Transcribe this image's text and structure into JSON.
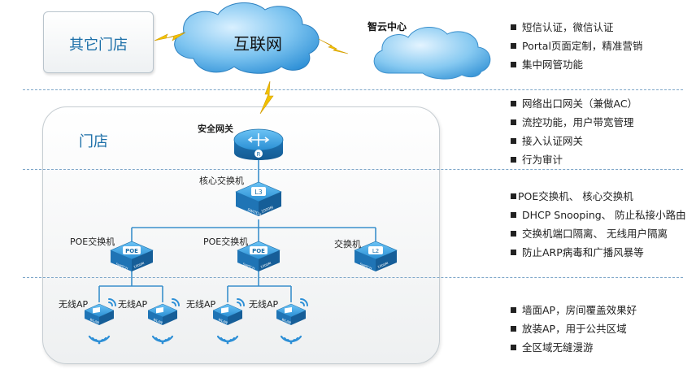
{
  "internet_label": "互联网",
  "cloud_center_label": "智云中心",
  "other_store_label": "其它门店",
  "store_label": "门店",
  "devices": {
    "gateway": "安全网关",
    "core_switch": "核心交换机",
    "poe1": "POE交换机",
    "poe2": "POE交换机",
    "switch3": "交换机",
    "ap1": "无线AP",
    "ap2": "无线AP",
    "ap3": "无线AP",
    "ap4": "无线AP"
  },
  "features": [
    [
      "短信认证，微信认证",
      "Portal页面定制，精准营销",
      "集中网管功能"
    ],
    [
      "网络出口网关（兼做AC）",
      "流控功能，用户带宽管理",
      "接入认证网关",
      "行为审计"
    ],
    [
      "POE交换机、 核心交换机",
      "DHCP Snooping、 防止私接小路由",
      "交换机端口隔离、 无线用户隔离",
      "防止ARP病毒和广播风暴等"
    ],
    [
      "墙面AP，房间覆盖效果好",
      "放装AP，用于公共区域",
      "全区域无缝漫游"
    ]
  ],
  "icon_texts": {
    "switch_label": "SWITCH",
    "speed_label": "1000M",
    "poe_label": "POE",
    "wlan_label": "WLAN",
    "l3": "L3",
    "l2": "L2",
    "r": "R"
  },
  "colors": {
    "title_blue": "#1c6fa8",
    "device_blue": "#2d8fd6",
    "lightning": "#f2c200",
    "dashed": "#7ea7c9"
  },
  "icons": [
    "cloud-icon",
    "lightning-icon",
    "router-icon",
    "switch-icon",
    "access-point-icon",
    "wifi-signal-icon"
  ]
}
